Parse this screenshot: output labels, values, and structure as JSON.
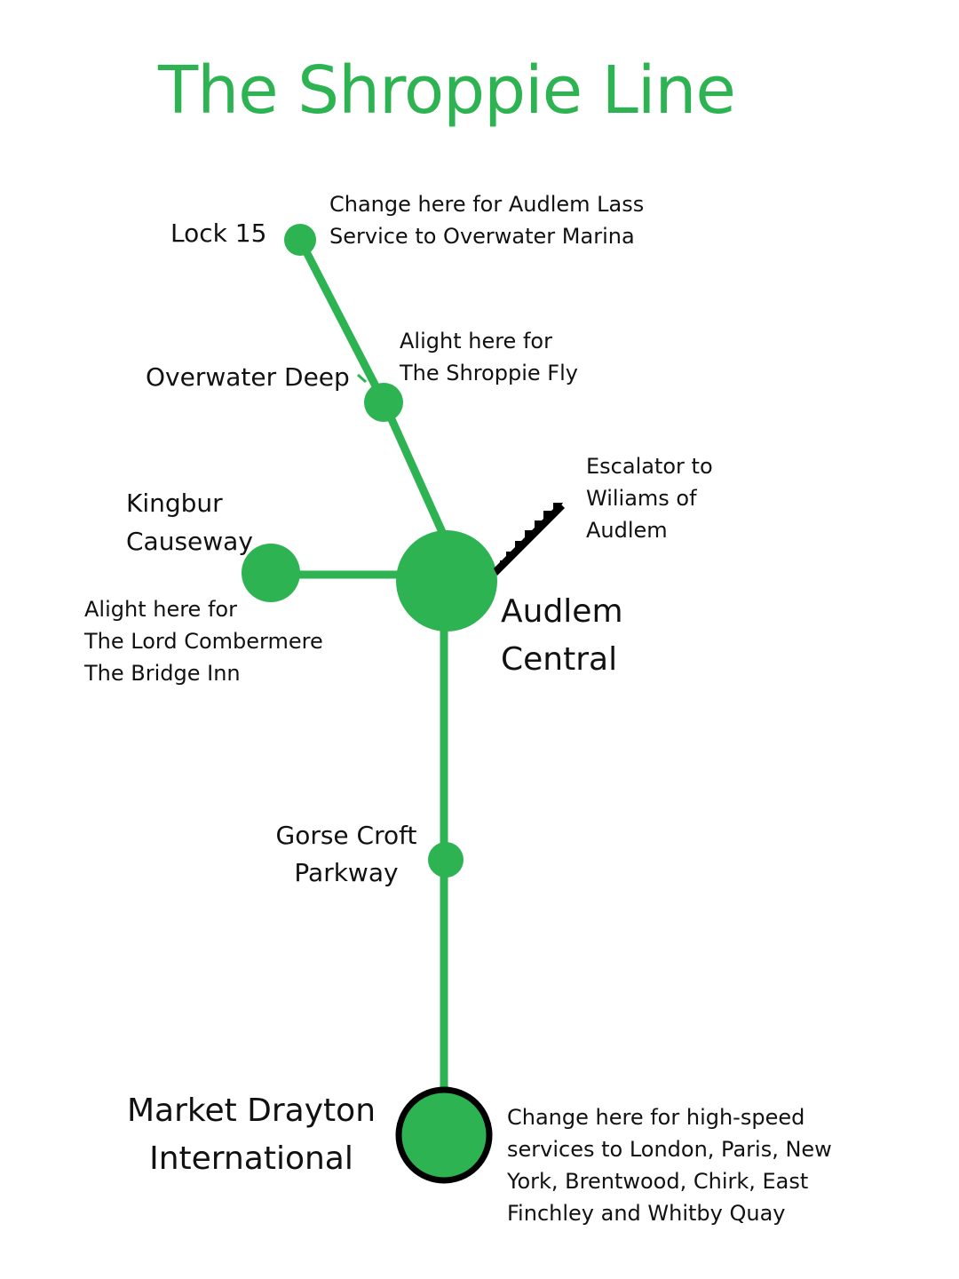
{
  "title": "The Shroppie Line",
  "colors": {
    "line": "#2db352",
    "station": "#2db352",
    "outline": "#000000",
    "text": "#111111",
    "title": "#2db352"
  },
  "stations": {
    "lock15": "Lock 15",
    "overwater_deep": "Overwater Deep",
    "kingbur_causeway": [
      "Kingbur",
      "Causeway"
    ],
    "audlem_central": [
      "Audlem",
      "Central"
    ],
    "gorse_croft_parkway": [
      "Gorse Croft",
      "Parkway"
    ],
    "market_drayton_international": [
      "Market Drayton",
      "International"
    ]
  },
  "notes": {
    "lock15": [
      "Change here for Audlem Lass",
      "Service to Overwater Marina"
    ],
    "overwater_deep": [
      "Alight here for",
      "The Shroppie Fly"
    ],
    "escalator": [
      "Escalator to",
      "Wiliams of",
      "Audlem"
    ],
    "kingbur_causeway": [
      "Alight here for",
      "The Lord Combermere",
      "The Bridge Inn"
    ],
    "market_drayton": [
      "Change here for high-speed",
      "services to London, Paris, New",
      "York, Brentwood, Chirk, East",
      "Finchley and Whitby Quay"
    ]
  },
  "icons": {
    "escalator": "escalator-icon"
  }
}
